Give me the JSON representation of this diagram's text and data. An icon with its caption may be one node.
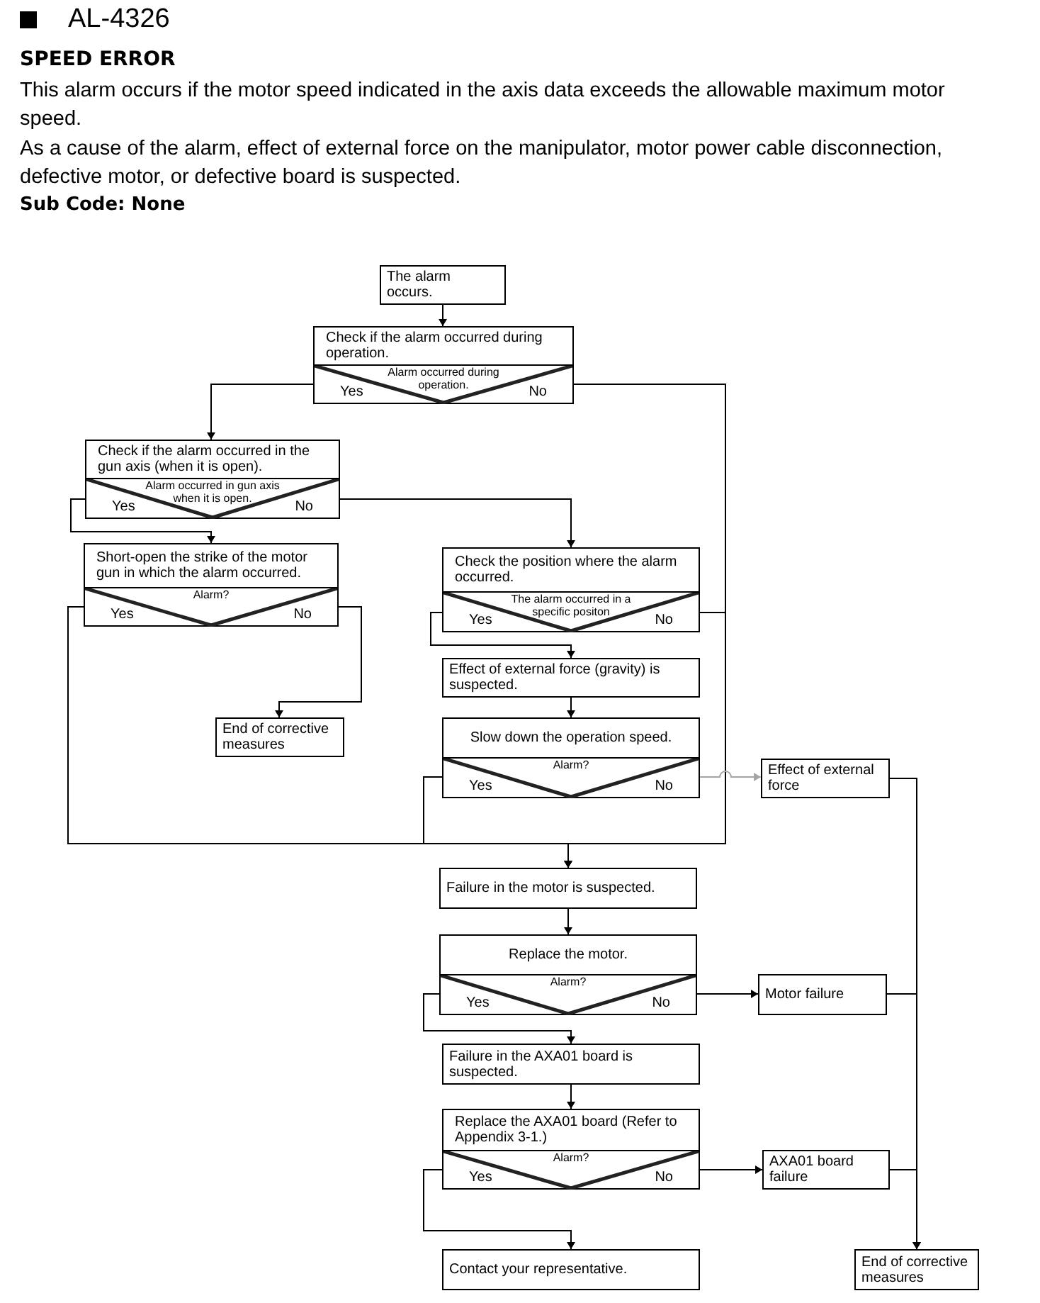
{
  "diagram": {
    "title": "AL-4326",
    "labels": [
      "SPEED ERROR",
      "This alarm occurs if the motor speed indicated in the axis data exceeds the allowable maximum motor speed.",
      "As a cause of the alarm, effect of external force on the manipulator, motor power cable disconnection, defective motor, or defective board is suspected.",
      "Sub Code: None"
    ],
    "nodes": [
      {
        "text": [
          "The alarm occurs."
        ]
      },
      {
        "text": [
          "Check if the alarm occurred during operation.",
          "Alarm occurred during operation.",
          "Yes",
          "No"
        ]
      },
      {
        "text": [
          "Check if the alarm occurred in the gun axis (when it is open).",
          "Alarm occurred in gun axis when it is open.",
          "Yes",
          "No"
        ]
      },
      {
        "text": [
          "Short-open the strike of the motor gun in which the alarm occurred.",
          "Alarm?",
          "Yes",
          "No"
        ]
      },
      {
        "text": [
          "Check the position where the alarm occurred.",
          "The alarm occurred in a specific positon",
          "Yes",
          "No"
        ]
      },
      {
        "text": [
          "End of corrective measures"
        ]
      },
      {
        "text": [
          "Effect of external force (gravity) is suspected."
        ]
      },
      {
        "text": [
          "Slow down the operation speed.",
          "Alarm?",
          "Yes",
          "No"
        ]
      },
      {
        "text": [
          "Effect of external force"
        ]
      },
      {
        "text": [
          "Failure in the motor is suspected."
        ]
      },
      {
        "text": [
          "Replace the motor.",
          "Alarm?",
          "Yes",
          "No"
        ]
      },
      {
        "text": [
          "Motor failure"
        ]
      },
      {
        "text": [
          "Failure in the AXA01 board is suspected."
        ]
      },
      {
        "text": [
          "Replace the AXA01 board (Refer to Appendix 3-1.)",
          "Alarm?",
          "Yes",
          "No"
        ]
      },
      {
        "text": [
          "AXA01 board failure"
        ]
      },
      {
        "text": [
          "Contact your representative."
        ]
      },
      {
        "text": [
          "End of corrective measures"
        ]
      }
    ],
    "edges": [
      {
        "from": 0,
        "to": 1,
        "arrow": "to"
      },
      {
        "from": 1,
        "to": 2,
        "arrow": "to"
      },
      {
        "from": 1,
        "to": 9,
        "arrow": "to"
      },
      {
        "from": 2,
        "to": 3,
        "arrow": "to"
      },
      {
        "from": 2,
        "to": 4,
        "arrow": "to"
      },
      {
        "from": 3,
        "to": 5,
        "arrow": "to"
      },
      {
        "from": 3,
        "to": 9,
        "arrow": "to"
      },
      {
        "from": 4,
        "to": 6,
        "arrow": "to"
      },
      {
        "from": 4,
        "to": 9,
        "arrow": "to"
      },
      {
        "from": 6,
        "to": 7,
        "arrow": "to"
      },
      {
        "from": 7,
        "to": 9,
        "arrow": "to"
      },
      {
        "from": 7,
        "to": 8,
        "arrow": "to",
        "color": "#a6a6a6"
      },
      {
        "from": 8,
        "to": 16,
        "arrow": "to"
      },
      {
        "from": 9,
        "to": 10,
        "arrow": "to"
      },
      {
        "from": 10,
        "to": 12,
        "arrow": "to"
      },
      {
        "from": 10,
        "to": 11,
        "arrow": "to"
      },
      {
        "from": 11,
        "to": 16,
        "arrow": "to"
      },
      {
        "from": 12,
        "to": 13,
        "arrow": "to"
      },
      {
        "from": 13,
        "to": 15,
        "arrow": "to"
      },
      {
        "from": 13,
        "to": 14,
        "arrow": "to"
      },
      {
        "from": 14,
        "to": 16,
        "arrow": "to"
      }
    ]
  }
}
